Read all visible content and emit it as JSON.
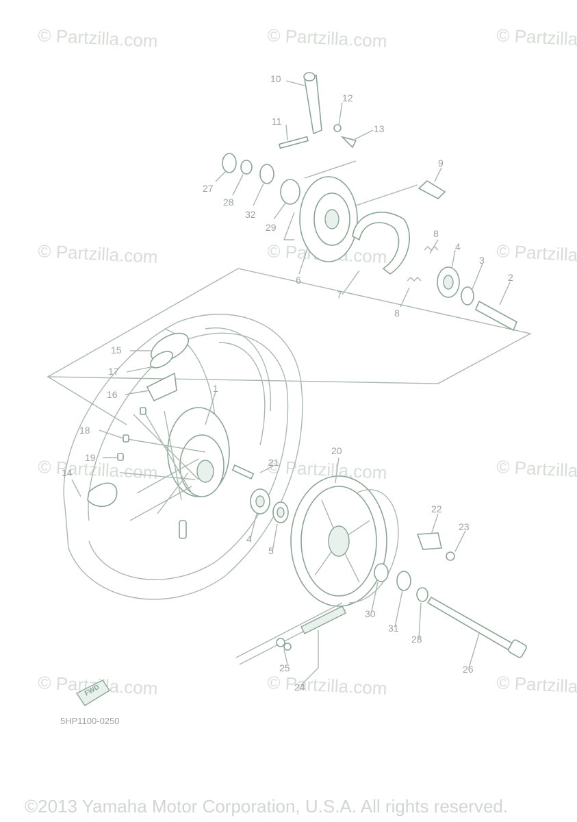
{
  "watermark": "© Partzilla.com",
  "diagram_code": "5HP1100-0250",
  "fwd_label": "FWD",
  "copyright": "©2013 Yamaha Motor Corporation, U.S.A. All rights reserved.",
  "callouts": {
    "c1": "1",
    "c2": "2",
    "c3": "3",
    "c4a": "4",
    "c4b": "4",
    "c5": "5",
    "c6": "6",
    "c7": "7",
    "c8a": "8",
    "c8b": "8",
    "c9": "9",
    "c10": "10",
    "c11": "11",
    "c12": "12",
    "c13": "13",
    "c14": "14",
    "c15": "15",
    "c16": "16",
    "c17": "17",
    "c18": "18",
    "c19": "19",
    "c20": "20",
    "c21": "21",
    "c22": "22",
    "c23": "23",
    "c24": "24",
    "c25": "25",
    "c26": "26",
    "c27": "27",
    "c28a": "28",
    "c28b": "28",
    "c29": "29",
    "c30": "30",
    "c31": "31",
    "c32": "32"
  }
}
